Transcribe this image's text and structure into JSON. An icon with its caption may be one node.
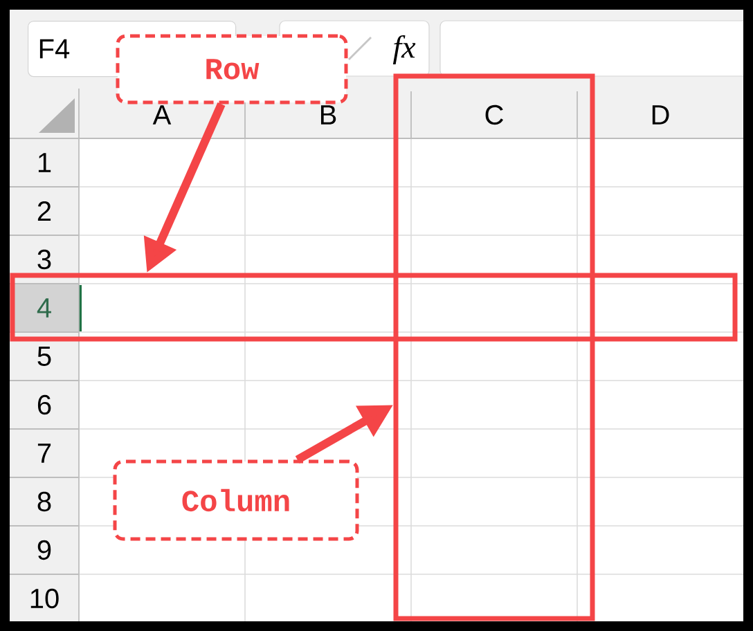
{
  "diagram": {
    "nodes": [
      {
        "text": [
          "Row"
        ]
      },
      {
        "text": [
          "Column"
        ]
      },
      {
        "text": [],
        "shape": "box"
      },
      {
        "text": [],
        "shape": "box"
      }
    ],
    "edges": [
      {
        "from": 0,
        "to": 2,
        "arrow": "to"
      },
      {
        "from": 1,
        "to": 3,
        "arrow": "to"
      }
    ],
    "labels": [
      "F4",
      "fx",
      "A",
      "B",
      "C",
      "D",
      "1",
      "2",
      "3",
      "4",
      "5",
      "6",
      "7",
      "8",
      "9",
      "10"
    ]
  }
}
